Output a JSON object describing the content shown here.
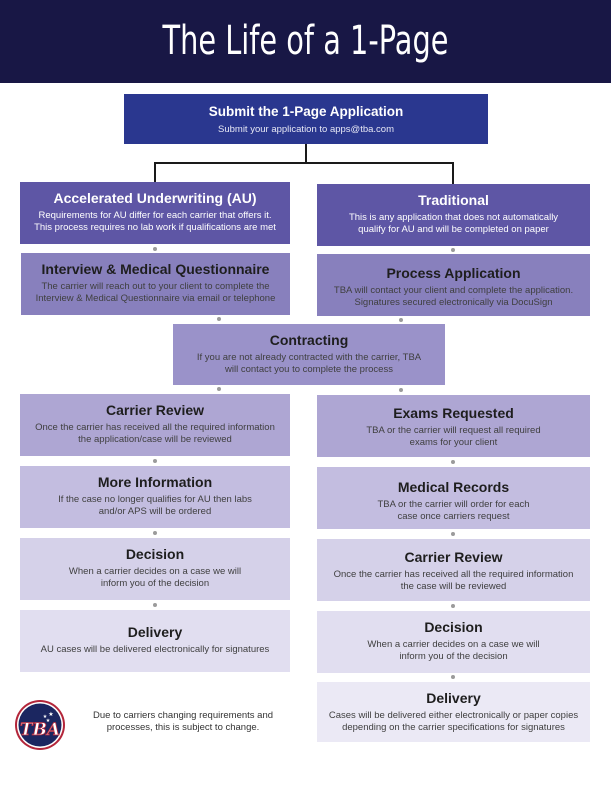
{
  "header": {
    "title": "The Life of a 1-Page Application"
  },
  "submit": {
    "title": "Submit the 1-Page Application",
    "desc": "Submit your application to apps@tba.com"
  },
  "left": [
    {
      "title": "Accelerated Underwriting (AU)",
      "desc": [
        "Requirements for AU differ for each carrier that offers it.",
        "This process requires no lab work if qualifications are met"
      ]
    },
    {
      "title": "Interview & Medical Questionnaire",
      "desc": [
        "The carrier will reach out to your client to complete the",
        "Interview & Medical Questionnaire via email or telephone"
      ]
    },
    {
      "title": "Carrier Review",
      "desc": [
        "Once the carrier has received all the required information",
        "the application/case will be reviewed"
      ]
    },
    {
      "title": "More Information",
      "desc": [
        "If the case no longer qualifies for AU then labs",
        "and/or APS will be ordered"
      ]
    },
    {
      "title": "Decision",
      "desc": [
        "When a carrier decides on a case we will",
        "inform you of the decision"
      ]
    },
    {
      "title": "Delivery",
      "desc": [
        "AU cases will be delivered electronically for signatures",
        ""
      ]
    }
  ],
  "right": [
    {
      "title": "Traditional",
      "desc": [
        "This is any application that does not automatically",
        "qualify for AU and will be completed on paper"
      ]
    },
    {
      "title": "Process Application",
      "desc": [
        "TBA will contact your client and complete the application.",
        "Signatures secured electronically via DocuSign"
      ]
    },
    {
      "title": "Exams Requested",
      "desc": [
        "TBA or the carrier will request all required",
        "exams for your client"
      ]
    },
    {
      "title": "Medical Records",
      "desc": [
        "TBA or the carrier will order for each",
        "case once carriers request"
      ]
    },
    {
      "title": "Carrier Review",
      "desc": [
        "Once the carrier has received all the required information",
        "the case will be reviewed"
      ]
    },
    {
      "title": "Decision",
      "desc": [
        "When a carrier decides on a case we will",
        "inform you of the decision"
      ]
    },
    {
      "title": "Delivery",
      "desc": [
        "Cases will be delivered either electronically or paper copies",
        "depending on the carrier specifications for signatures"
      ]
    }
  ],
  "contracting": {
    "title": "Contracting",
    "desc": [
      "If you are not already contracted with the carrier, TBA",
      "will contact you to complete the process"
    ]
  },
  "footer": {
    "note": [
      "Due to carriers changing requirements and",
      "processes, this is subject to change."
    ],
    "logo_text": "TBA"
  }
}
